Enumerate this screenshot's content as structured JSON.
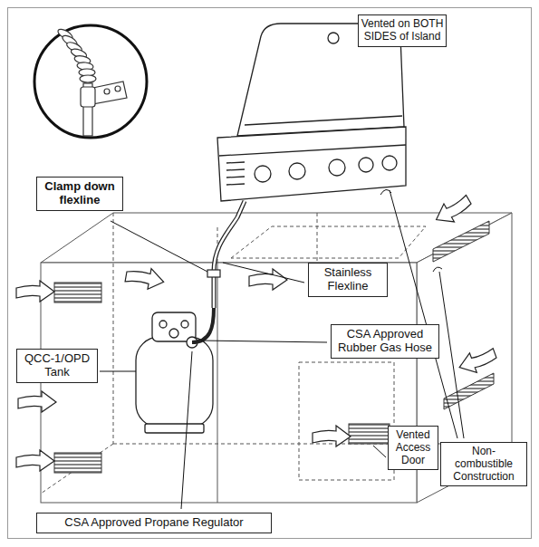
{
  "diagram": {
    "nodes": [
      {
        "text": [
          "Vented on BOTH SIDES of Island"
        ]
      },
      {
        "text": [
          "Clamp down flexline"
        ]
      },
      {
        "text": [
          "Stainless Flexline"
        ]
      },
      {
        "text": [
          "CSA Approved Rubber Gas Hose"
        ]
      },
      {
        "text": [
          "QCC-1/OPD Tank"
        ]
      },
      {
        "text": [
          "Vented Access Door"
        ]
      },
      {
        "text": [
          "Non-combustible Construction"
        ]
      },
      {
        "text": [
          "CSA Approved Propane Regulator"
        ]
      }
    ]
  }
}
